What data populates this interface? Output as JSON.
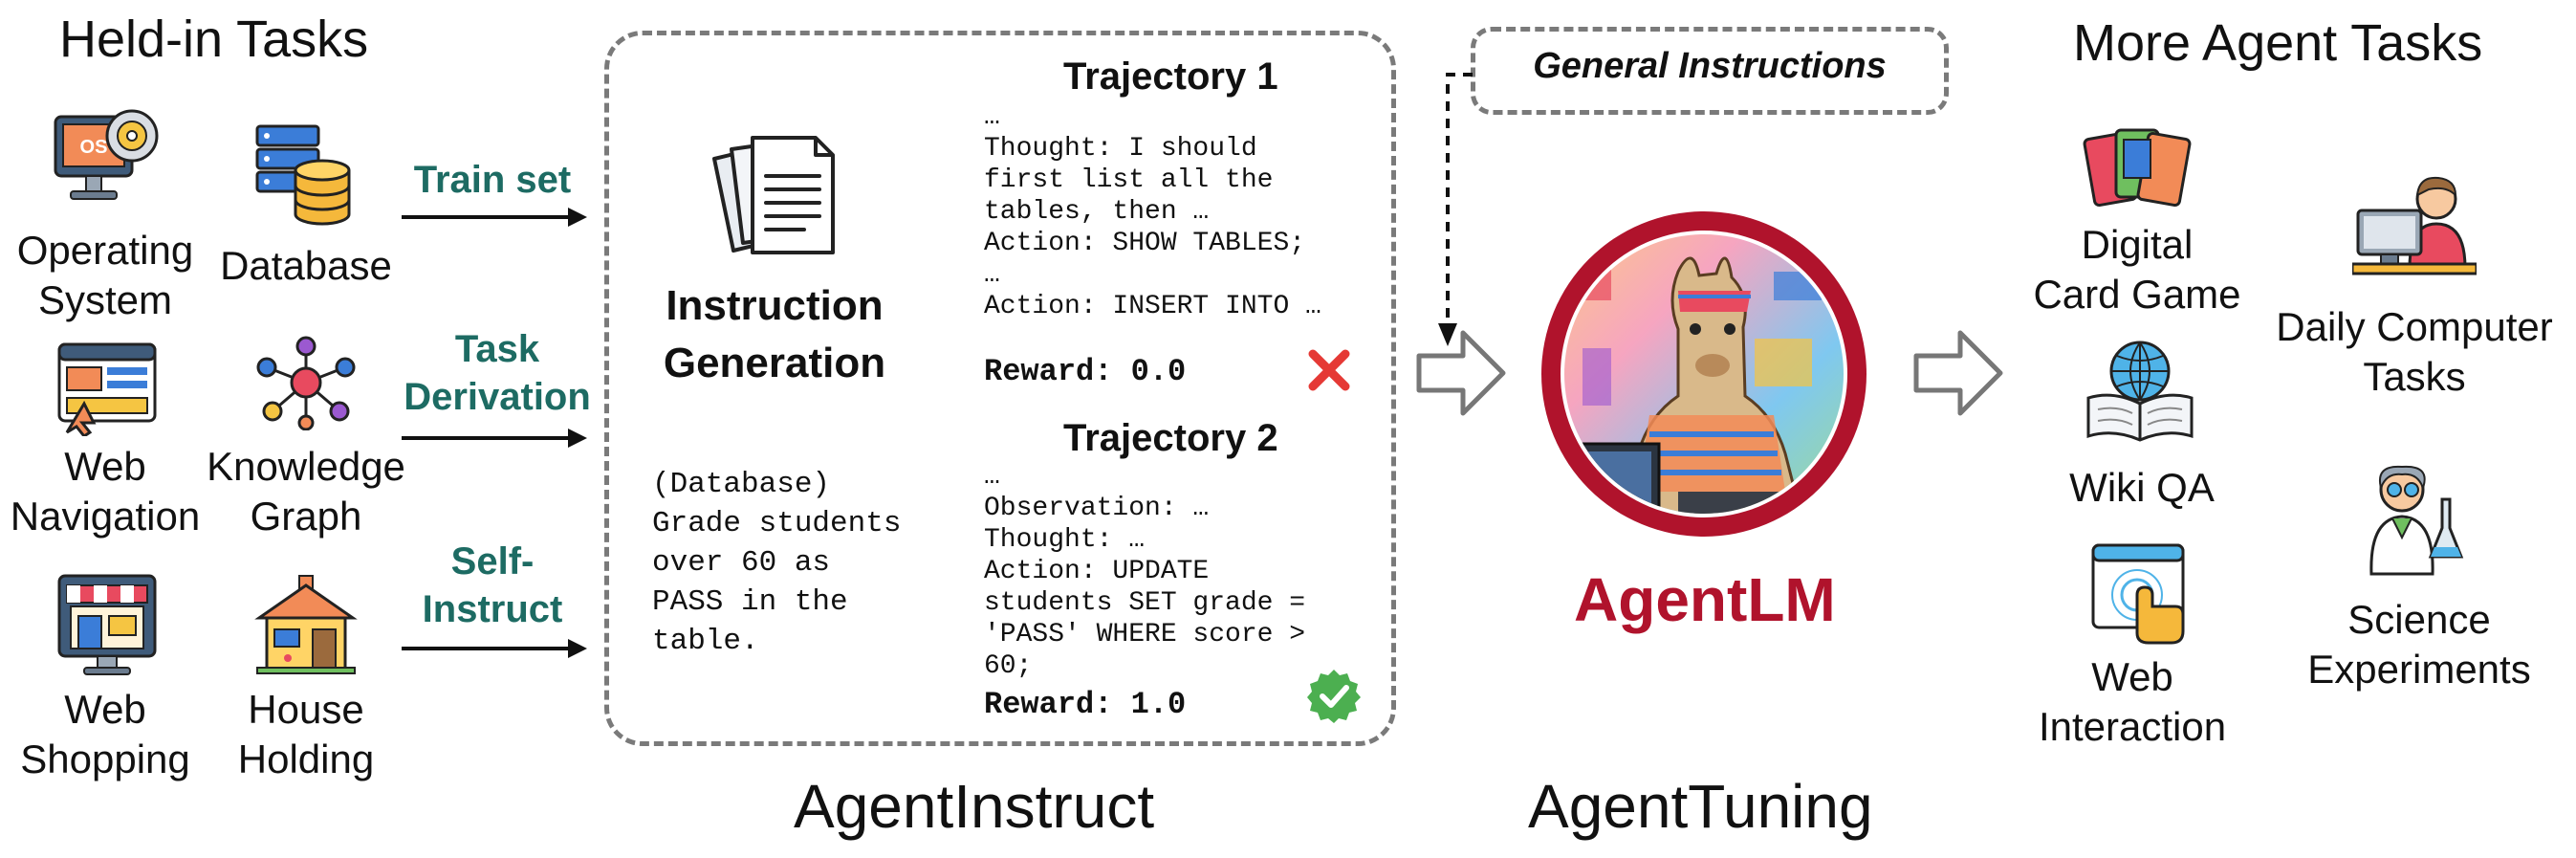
{
  "held_in": {
    "title": "Held-in Tasks",
    "tasks": [
      {
        "label_line1": "Operating",
        "label_line2": "System",
        "icon": "computer-disc-icon"
      },
      {
        "label_line1": "Database",
        "label_line2": "",
        "icon": "database-server-icon"
      },
      {
        "label_line1": "Web",
        "label_line2": "Navigation",
        "icon": "web-navigation-icon"
      },
      {
        "label_line1": "Knowledge",
        "label_line2": "Graph",
        "icon": "knowledge-graph-icon"
      },
      {
        "label_line1": "Web",
        "label_line2": "Shopping",
        "icon": "shop-icon"
      },
      {
        "label_line1": "House",
        "label_line2": "Holding",
        "icon": "house-icon"
      }
    ],
    "icon_os_text": "OS"
  },
  "methods": {
    "train_set": "Train set",
    "task_derivation_line1": "Task",
    "task_derivation_line2": "Derivation",
    "self_instruct_line1": "Self-",
    "self_instruct_line2": "Instruct"
  },
  "agentinstruct": {
    "title": "AgentInstruct",
    "instruction_line1": "Instruction",
    "instruction_line2": "Generation",
    "example_text": "(Database)\nGrade students\nover 60 as\nPASS in the\ntable.",
    "trajectory1": {
      "title": "Trajectory 1",
      "text": "…\nThought: I should\nfirst list all the\ntables, then …\nAction: SHOW TABLES;\n…\nAction: INSERT INTO …",
      "reward_label": "Reward:",
      "reward_value": "0.0",
      "status": "fail",
      "status_color": "#e53935"
    },
    "trajectory2": {
      "title": "Trajectory 2",
      "text": "…\nObservation: …\nThought: …\nAction: UPDATE\nstudents SET grade =\n'PASS' WHERE score >\n60;",
      "reward_label": "Reward:",
      "reward_value": "1.0",
      "status": "success",
      "status_color": "#43a047"
    }
  },
  "agenttuning": {
    "title": "AgentTuning",
    "general_instructions": "General Instructions",
    "model_name": "AgentLM",
    "brand_color": "#b0132c"
  },
  "more_tasks": {
    "title": "More Agent Tasks",
    "tasks": [
      {
        "label_line1": "Digital",
        "label_line2": "Card Game",
        "icon": "cards-icon"
      },
      {
        "label_line1": "Daily Computer",
        "label_line2": "Tasks",
        "icon": "person-computer-icon"
      },
      {
        "label_line1": "Wiki QA",
        "label_line2": "",
        "icon": "globe-book-icon"
      },
      {
        "label_line1": "Web",
        "label_line2": "Interaction",
        "icon": "web-click-icon"
      },
      {
        "label_line1": "Science",
        "label_line2": "Experiments",
        "icon": "scientist-icon"
      }
    ]
  }
}
